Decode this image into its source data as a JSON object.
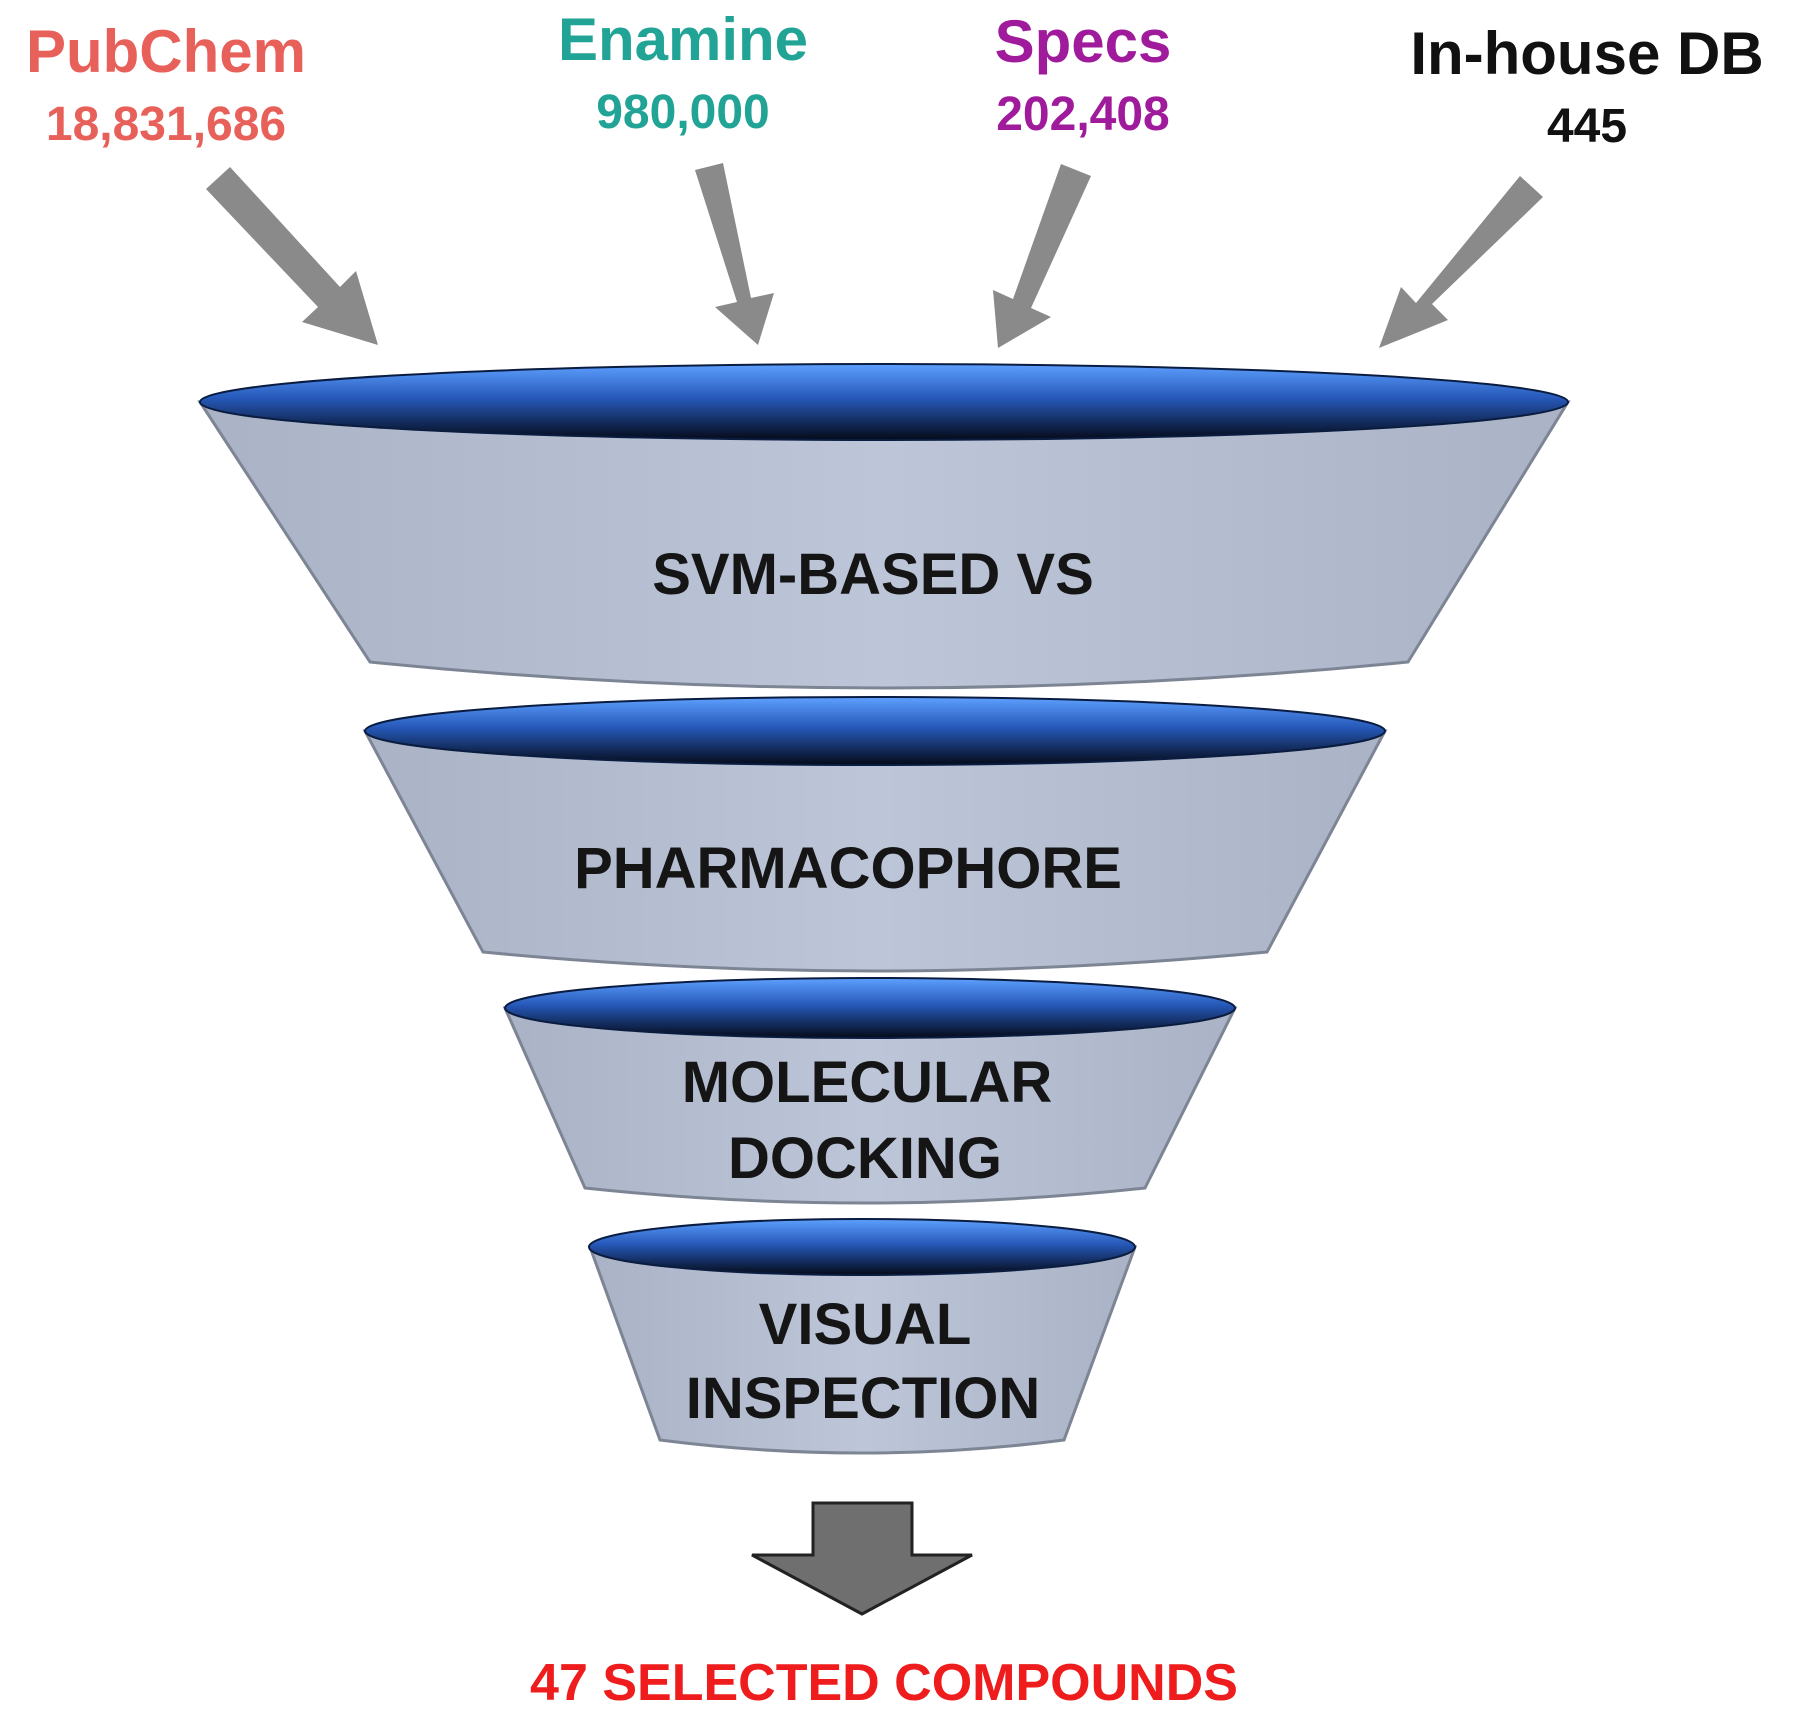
{
  "sources": [
    {
      "name": "PubChem",
      "count": "18,831,686",
      "color": "#e8605a"
    },
    {
      "name": "Enamine",
      "count": "980,000",
      "color": "#21a396"
    },
    {
      "name": "Specs",
      "count": "202,408",
      "color": "#a01a9c"
    },
    {
      "name": "In-house DB",
      "count": "445",
      "color": "#111111"
    }
  ],
  "stages": [
    {
      "lines": [
        "SVM-BASED VS"
      ]
    },
    {
      "lines": [
        "PHARMACOPHORE"
      ]
    },
    {
      "lines": [
        "MOLECULAR",
        "DOCKING"
      ]
    },
    {
      "lines": [
        "VISUAL",
        "INSPECTION"
      ]
    }
  ],
  "result": {
    "label": "47 SELECTED COMPOUNDS",
    "color": "#ee1c1c"
  },
  "colors": {
    "funnel_fill": "#b9c2d4",
    "funnel_stroke": "#7d8595",
    "rim_light": "#5ea0ff",
    "rim_dark": "#050a18",
    "arrow": "#8a8a8a",
    "output_arrow": "#6f6f6f"
  }
}
